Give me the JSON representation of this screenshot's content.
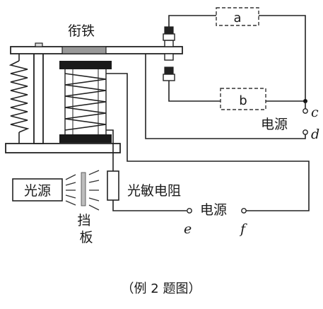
{
  "labels": {
    "armature": "衔铁",
    "box_a": "a",
    "box_b": "b",
    "terminal_c": "c",
    "terminal_d": "d",
    "power_source_1": "电源",
    "light_source": "光源",
    "photoresistor": "光敏电阻",
    "power_source_2": "电源",
    "terminal_e": "e",
    "terminal_f": "f",
    "baffle": "挡板",
    "caption": "（例 2 题图）"
  }
}
